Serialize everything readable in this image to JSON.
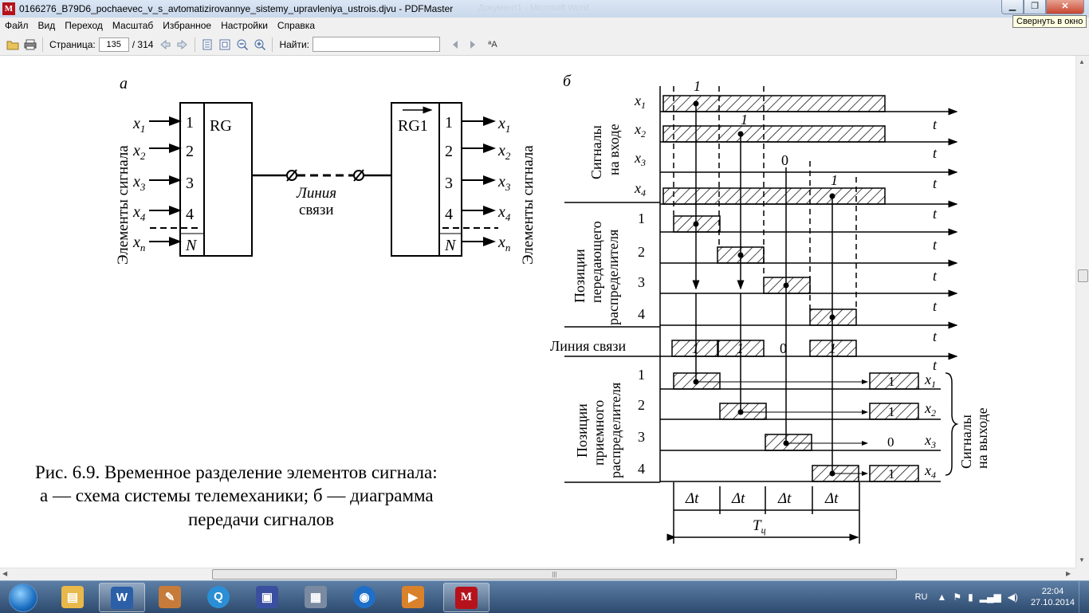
{
  "window": {
    "title": "0166276_B79D6_pochaevec_v_s_avtomatizirovannye_sistemy_upravleniya_ustrois.djvu - PDFMaster",
    "background_title": "Документ1 - Microsoft Word",
    "app_icon": "M",
    "tooltip": "Свернуть в окно",
    "controls": {
      "minimize": "▁",
      "maximize": "❐",
      "close": "✕"
    }
  },
  "menu": [
    "Файл",
    "Вид",
    "Переход",
    "Масштаб",
    "Избранное",
    "Настройки",
    "Справка"
  ],
  "toolbar": {
    "page_label": "Страница:",
    "page_current": "135",
    "page_total": "/ 314",
    "find_label": "Найти:",
    "find_placeholder": "",
    "font_size_glyph": "ªA"
  },
  "scroll": {
    "up": "▲",
    "down": "▼",
    "left": "◀",
    "right": "▶",
    "h_grip": "|||"
  },
  "figure": {
    "label_a": "а",
    "label_b": "б",
    "caption": [
      "Рис. 6.9. Временное разделение элементов сигнала:",
      "а — схема системы телемеханики; б — диаграмма",
      "передачи сигналов"
    ],
    "schematic": {
      "left_side_label": "Элементы сигнала",
      "right_side_label": "Элементы сигнала",
      "tx_register": "RG",
      "rx_register": "RG1",
      "line_label": [
        "Линия",
        "связи"
      ],
      "positions": [
        "1",
        "2",
        "3",
        "4",
        "N"
      ],
      "inputs": [
        "x",
        "x",
        "x",
        "x",
        "x"
      ],
      "input_subscripts": [
        "1",
        "2",
        "3",
        "4",
        "n"
      ]
    },
    "timing": {
      "input_group": [
        "Сигналы",
        "на входе"
      ],
      "tx_group": [
        "Позиции",
        "передающего",
        "распределителя"
      ],
      "line_row": "Линия связи",
      "rx_group": [
        "Позиции",
        "приемного",
        "распределителя"
      ],
      "output_group": [
        "Сигналы",
        "на выходе"
      ],
      "signal_rows": [
        "x",
        "x",
        "x",
        "x"
      ],
      "signal_subscripts": [
        "1",
        "2",
        "3",
        "4"
      ],
      "signal_values": [
        "1",
        "1",
        "0",
        "1"
      ],
      "position_rows": [
        "1",
        "2",
        "3",
        "4"
      ],
      "time_axis": "t",
      "slot_label": "Δt",
      "cycle_label": "T",
      "cycle_subscript": "ц",
      "line_values": [
        "1",
        "1",
        "0",
        "1"
      ],
      "output_values": [
        "1",
        "1",
        "0",
        "1"
      ],
      "output_labels": [
        "x",
        "x",
        "x",
        "x"
      ],
      "output_subscripts": [
        "1",
        "2",
        "3",
        "4"
      ]
    }
  },
  "taskbar": {
    "apps": [
      {
        "name": "explorer",
        "glyph": "▤",
        "color": "#e8b84a"
      },
      {
        "name": "word",
        "glyph": "W",
        "color": "#2b5fa8"
      },
      {
        "name": "paint",
        "glyph": "✎",
        "color": "#c77b3a"
      },
      {
        "name": "search",
        "glyph": "Q",
        "color": "#2a8fd6"
      },
      {
        "name": "save",
        "glyph": "▣",
        "color": "#3b4fa0"
      },
      {
        "name": "calculator",
        "glyph": "▦",
        "color": "#7a8aa0"
      },
      {
        "name": "browser",
        "glyph": "◉",
        "color": "#1f6fc9"
      },
      {
        "name": "media",
        "glyph": "▶",
        "color": "#d9822b"
      },
      {
        "name": "pdfmaster",
        "glyph": "M",
        "color": "#b5121b"
      }
    ],
    "lang": "RU",
    "time": "22:04",
    "date": "27.10.2014"
  }
}
